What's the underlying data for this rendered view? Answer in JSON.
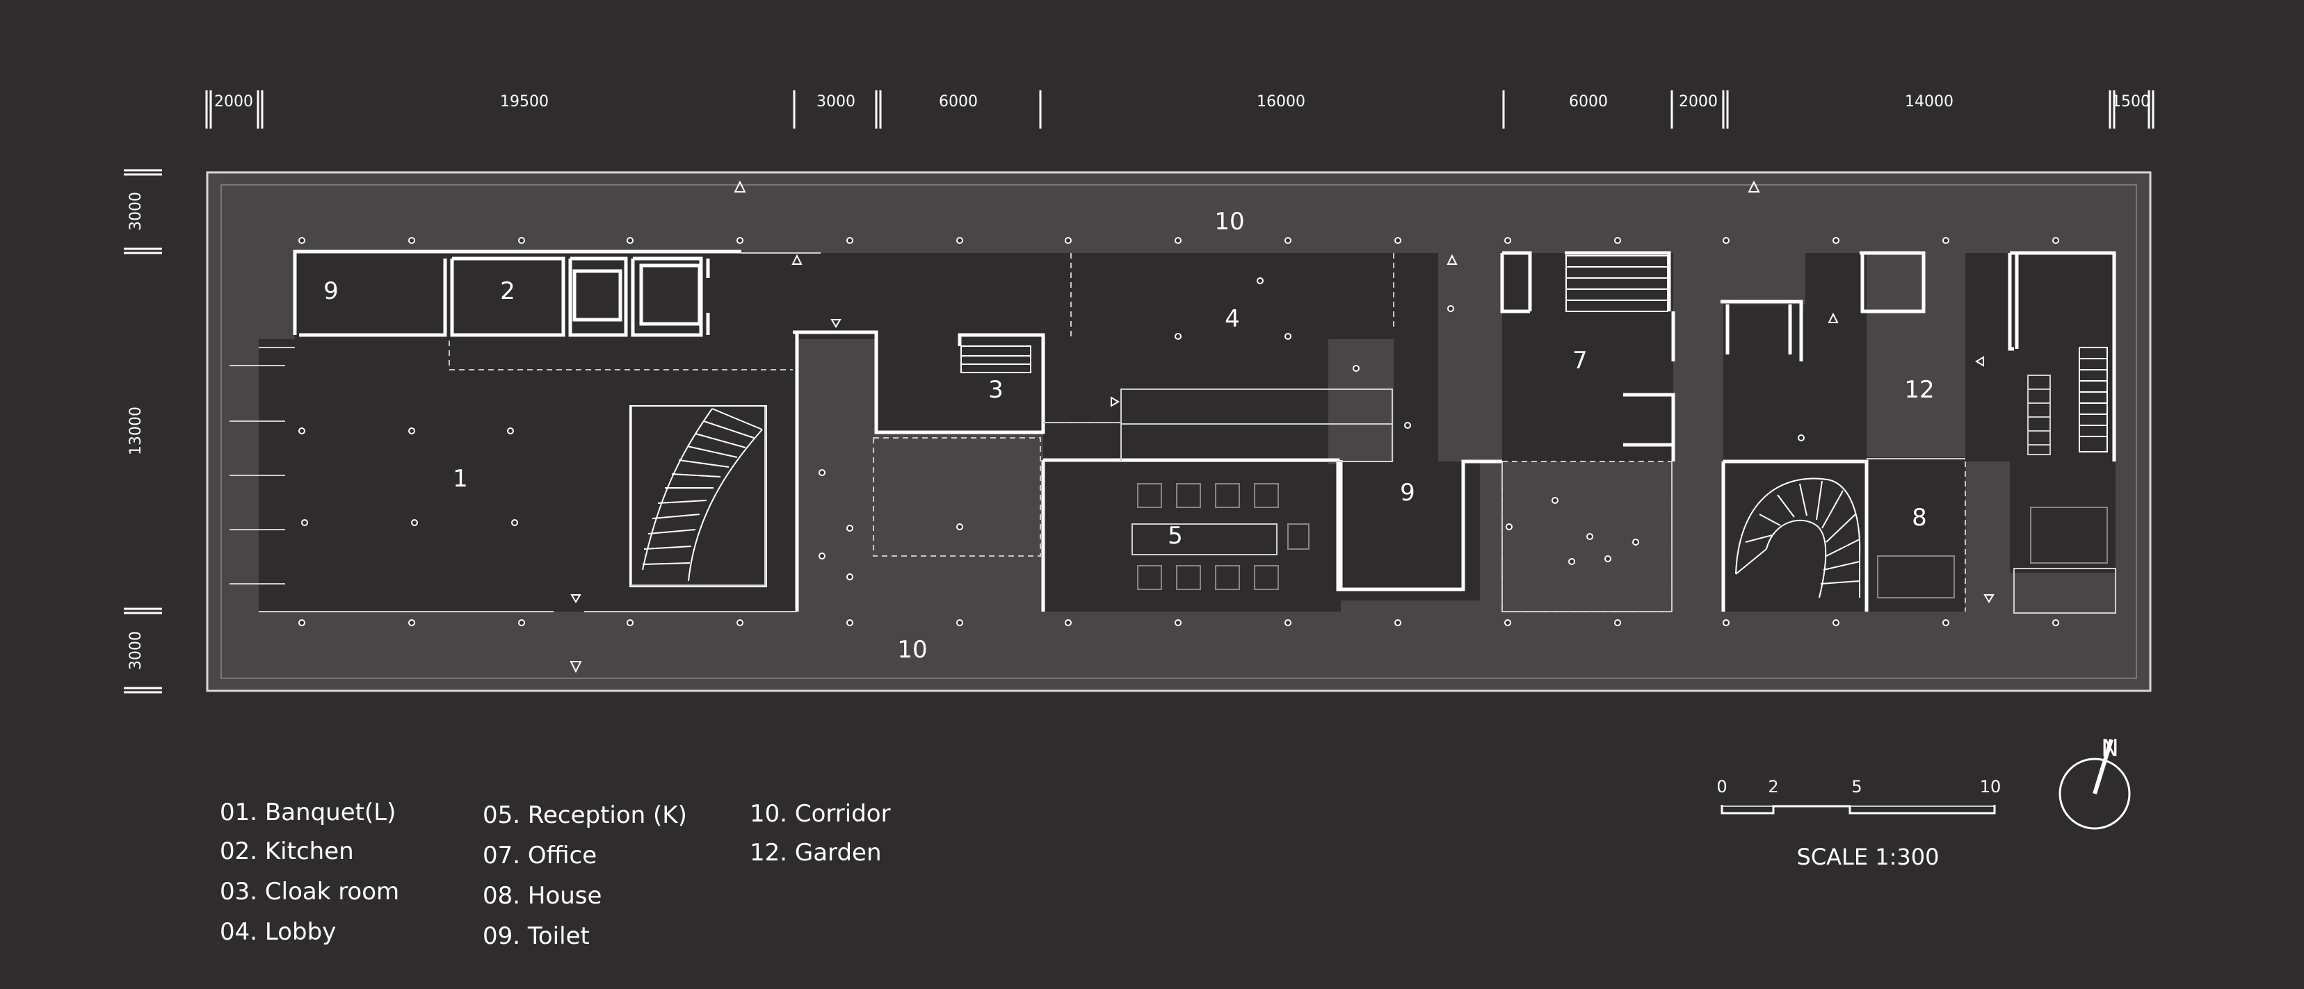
{
  "plan": {
    "dimensions_top": [
      "2000",
      "19500",
      "3000",
      "6000",
      "16000",
      "6000",
      "2000",
      "14000",
      "1500"
    ],
    "dimensions_left": [
      "3000",
      "13000",
      "3000"
    ],
    "room_labels": [
      {
        "id": "banquet",
        "label": "1"
      },
      {
        "id": "kitchen",
        "label": "2"
      },
      {
        "id": "cloak",
        "label": "3"
      },
      {
        "id": "lobby",
        "label": "4"
      },
      {
        "id": "reception",
        "label": "5"
      },
      {
        "id": "office",
        "label": "7"
      },
      {
        "id": "house",
        "label": "8"
      },
      {
        "id": "toilet-west",
        "label": "9"
      },
      {
        "id": "toilet-mid",
        "label": "9"
      },
      {
        "id": "corridor-north",
        "label": "10"
      },
      {
        "id": "corridor-south",
        "label": "10"
      },
      {
        "id": "garden",
        "label": "12"
      }
    ]
  },
  "legend": {
    "columns": [
      [
        "01. Banquet(L)",
        "02. Kitchen",
        "03. Cloak room",
        "04. Lobby"
      ],
      [
        "05. Reception (K)",
        "07. Office",
        "08. House",
        "09. Toilet"
      ],
      [
        "10. Corridor",
        "12. Garden"
      ]
    ]
  },
  "scale_bar": {
    "ticks": [
      "0",
      "2",
      "5",
      "10"
    ],
    "caption": "SCALE 1:300"
  },
  "north_arrow": {
    "label": "N",
    "icon": "north-arrow-icon"
  },
  "colors": {
    "background": "#2f2c2d",
    "site": "#4a4648",
    "interior": "#2f2c2d",
    "lines": "#ffffff"
  }
}
